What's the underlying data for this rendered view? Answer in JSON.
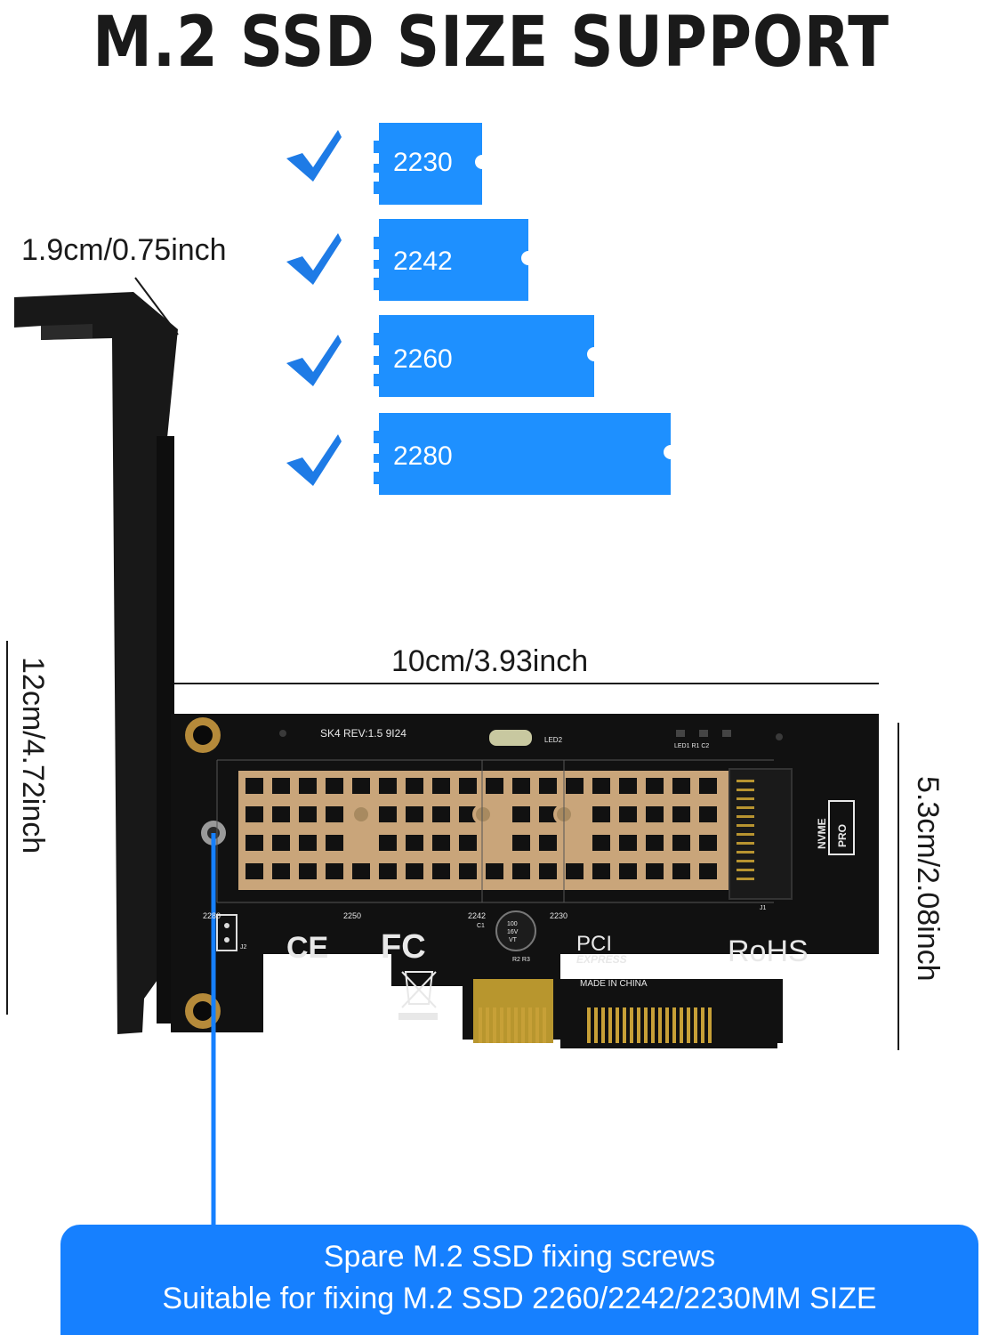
{
  "title": "M.2 SSD SIZE SUPPORT",
  "sizes": [
    {
      "label": "2230"
    },
    {
      "label": "2242"
    },
    {
      "label": "2260"
    },
    {
      "label": "2280"
    }
  ],
  "dimensions": {
    "bracket_width": "1.9cm/0.75inch",
    "bracket_height": "12cm/4.72inch",
    "card_length": "10cm/3.93inch",
    "card_height": "5.3cm/2.08inch"
  },
  "pcb": {
    "model": "SK4  REV:1.5   9I24",
    "led": "LED2",
    "smd_labels": "LED1  R1    C2",
    "slot_labels": [
      "2280",
      "2250",
      "2242",
      "2230"
    ],
    "j2": "J2",
    "j1": "J1",
    "ce": "CE",
    "fc": "FC",
    "pci": "PCI",
    "express": "EXPRESS",
    "rohs": "RoHS",
    "made_in": "MADE IN CHINA",
    "nvme": "NVME",
    "pro": "PRO",
    "cap1": "100",
    "cap2": "16V",
    "cap3": "VT",
    "c1": "C1",
    "r2r3": "R2 R3"
  },
  "callout": {
    "line1": "Spare M.2 SSD fixing screws",
    "line2": "Suitable for fixing M.2 SSD 2260/2242/2230MM SIZE"
  },
  "colors": {
    "ssd_blue": "#1e90ff",
    "check_blue": "#1e7be6",
    "callout_blue": "#1680ff",
    "pcb_black": "#111111",
    "copper": "#c9a57a"
  }
}
